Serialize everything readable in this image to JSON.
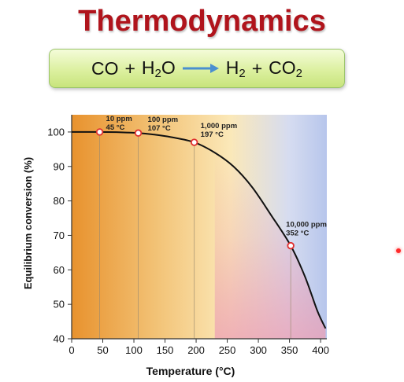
{
  "header": {
    "title": "Thermodynamics"
  },
  "equation": {
    "lhs1": "CO",
    "plus1": "+",
    "lhs2_base": "H",
    "lhs2_sub": "2",
    "lhs2_tail": "O",
    "rhs1_base": "H",
    "rhs1_sub": "2",
    "plus2": "+",
    "rhs2_base": "CO",
    "rhs2_sub": "2",
    "arrow_color": "#4a8fd0"
  },
  "chart_data": {
    "type": "line",
    "xlabel": "Temperature (°C)",
    "ylabel": "Equilibrium conversion (%)",
    "xlim": [
      0,
      410
    ],
    "ylim": [
      40,
      105
    ],
    "xticks": [
      0,
      50,
      100,
      150,
      200,
      250,
      300,
      350,
      400
    ],
    "yticks": [
      40,
      50,
      60,
      70,
      80,
      90,
      100
    ],
    "grid": false,
    "curve": [
      [
        0,
        100
      ],
      [
        45,
        100
      ],
      [
        80,
        99.9
      ],
      [
        107,
        99.7
      ],
      [
        130,
        99.3
      ],
      [
        160,
        98.5
      ],
      [
        197,
        97
      ],
      [
        230,
        94
      ],
      [
        260,
        90
      ],
      [
        290,
        84
      ],
      [
        320,
        76
      ],
      [
        352,
        67
      ],
      [
        375,
        58
      ],
      [
        395,
        48
      ],
      [
        408,
        43
      ]
    ],
    "annotations": [
      {
        "x": 45,
        "y": 100,
        "line1": "10 ppm",
        "line2": "45 °C"
      },
      {
        "x": 107,
        "y": 99.7,
        "line1": "100 ppm",
        "line2": "107 °C"
      },
      {
        "x": 197,
        "y": 97,
        "line1": "1,000 ppm",
        "line2": "197 °C"
      },
      {
        "x": 352,
        "y": 67,
        "line1": "10,000 ppm",
        "line2": "352 °C"
      }
    ],
    "colors": {
      "hot": "#e8922e",
      "warm": "#fbe8b8",
      "cool": "#b7c6ec",
      "pink": "#ec9fb4",
      "curve": "#111111",
      "marker": "#e03030"
    }
  }
}
